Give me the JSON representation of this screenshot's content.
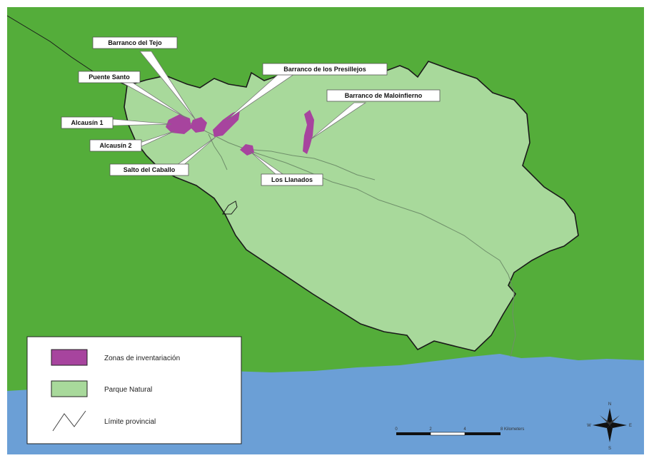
{
  "colors": {
    "land": "#54ad3a",
    "park": "#a8d99b",
    "sea": "#6b9fd6",
    "zones": "#a7449e",
    "border": "#1a1a1a",
    "river": "#6f8f6a"
  },
  "labels": {
    "barranco_del_tejo": "Barranco del Tejo",
    "puente_santo": "Puente Santo",
    "alcausin_1": "Alcausín 1",
    "alcausin_2": "Alcausín 2",
    "salto_del_caballo": "Salto del Caballo",
    "barranco_presillejos": "Barranco de los Presillejos",
    "barranco_maloinfierno": "Barranco de Maloinfierno",
    "los_llanados": "Los Llanados"
  },
  "legend": {
    "items": [
      {
        "label": "Zonas de inventariación",
        "symbol": "zones-swatch"
      },
      {
        "label": "Parque Natural",
        "symbol": "park-swatch"
      },
      {
        "label": "Límite provincial",
        "symbol": "boundary-line"
      }
    ]
  },
  "scale_bar": {
    "ticks": [
      "0",
      "2",
      "4",
      "8 Kilometers"
    ]
  },
  "compass": {
    "n": "N",
    "s": "S",
    "e": "E",
    "w": "W"
  }
}
